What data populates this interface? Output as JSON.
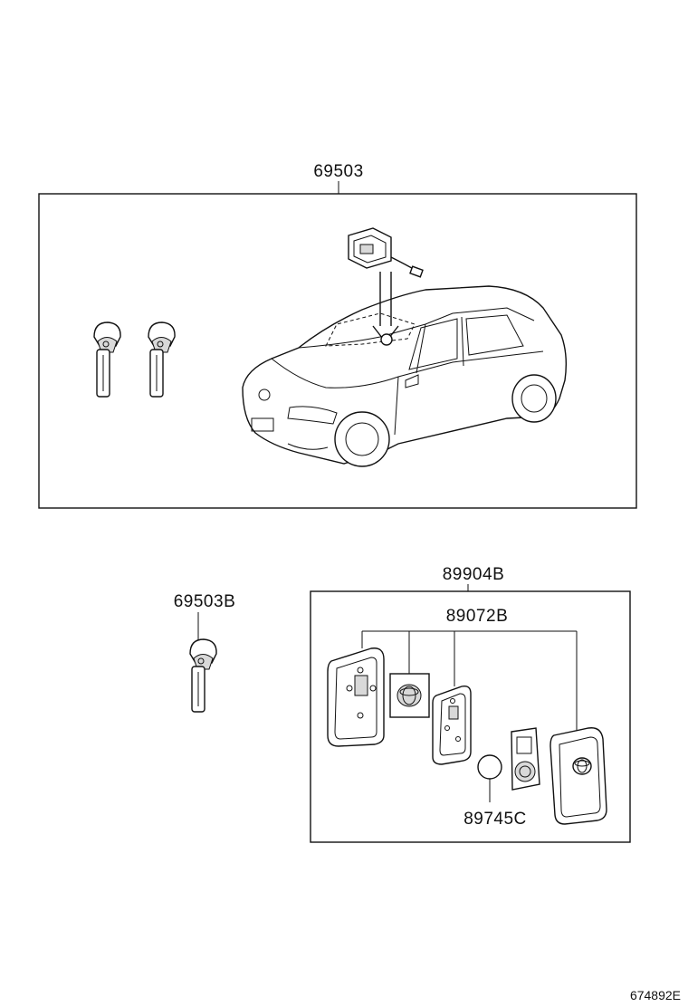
{
  "parts": {
    "kit_top": "69503",
    "key_single": "69503B",
    "remote_assembly": "89904B",
    "remote_case": "89072B",
    "battery": "89745C"
  },
  "drawing_number": "674892E"
}
